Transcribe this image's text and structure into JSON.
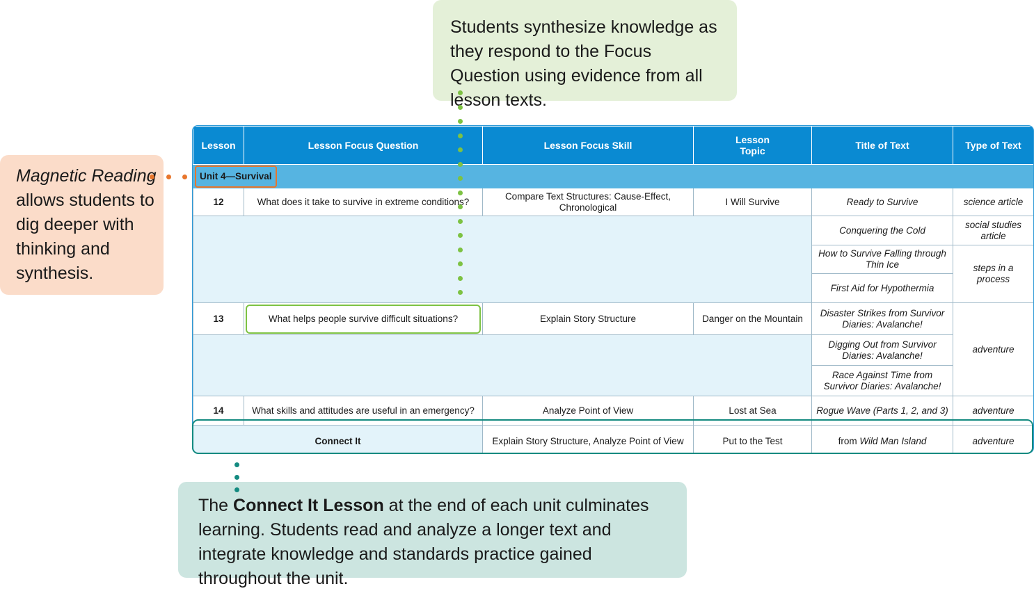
{
  "callouts": {
    "top": "Students synthesize knowledge as they respond to the Focus Question using evidence from all lesson texts.",
    "left_italic": "Magnetic Reading",
    "left_rest": " allows students to dig deeper with thinking and synthesis.",
    "bottom_pre": "The ",
    "bottom_bold": "Connect It Lesson",
    "bottom_post": " at the end of each unit culminates learning. Students read and analyze a longer text and integrate knowledge and standards practice gained throughout the unit."
  },
  "table": {
    "headers": {
      "lesson": "Lesson",
      "question": "Lesson Focus Question",
      "skill": "Lesson Focus Skill",
      "topic_line1": "Lesson",
      "topic_line2": "Topic",
      "title": "Title of Text",
      "type": "Type of Text"
    },
    "unit_label": "Unit 4—Survival",
    "lesson12": {
      "num": "12",
      "question": "What does it take to survive in extreme conditions?",
      "skill": "Compare Text Structures: Cause-Effect, Chronological",
      "topic": "I Will Survive",
      "texts": [
        "Ready to Survive",
        "Conquering the Cold",
        "How to Survive Falling through Thin Ice",
        "First Aid for Hypothermia"
      ],
      "types": [
        "science article",
        "social studies article",
        "steps in a process"
      ]
    },
    "lesson13": {
      "num": "13",
      "question": "What helps people survive difficult situations?",
      "skill": "Explain Story Structure",
      "topic": "Danger on the Mountain",
      "texts": [
        "Disaster Strikes from Survivor Diaries:  Avalanche!",
        "Digging Out from Survivor Diaries:  Avalanche!",
        "Race Against Time from Survivor Diaries:  Avalanche!"
      ],
      "type": "adventure"
    },
    "lesson14": {
      "num": "14",
      "question": "What skills and attitudes are useful in an emergency?",
      "skill": "Analyze Point of View",
      "topic": "Lost at Sea",
      "text": "Rogue Wave (Parts 1, 2, and 3)",
      "type": "adventure"
    },
    "connect": {
      "label": "Connect It",
      "skill": "Explain Story Structure, Analyze Point of View",
      "topic": "Put to the Test",
      "text_prefix": "from ",
      "text_title": "Wild Man Island",
      "type": "adventure"
    }
  },
  "colors": {
    "header_blue": "#0a8ad2",
    "unit_blue": "#56b4e1",
    "green": "#7dc243",
    "orange": "#e8762c",
    "teal": "#138a80"
  }
}
